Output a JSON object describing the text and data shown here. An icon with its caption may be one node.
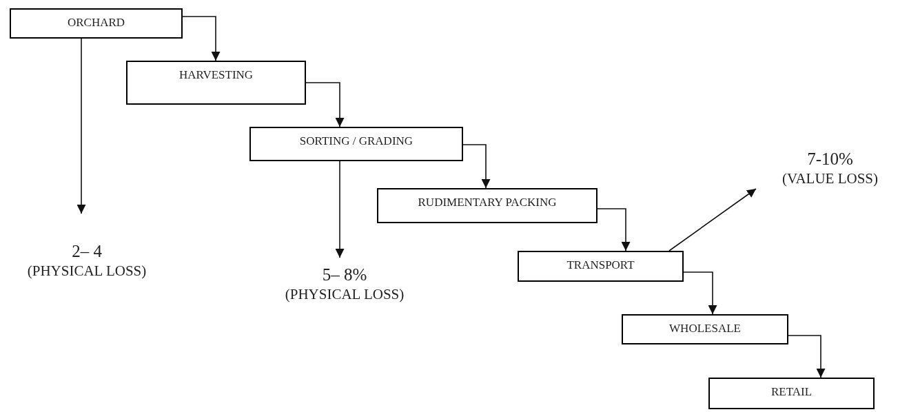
{
  "diagram": {
    "nodes": [
      {
        "text": [
          "ORCHARD"
        ]
      },
      {
        "text": [
          "HARVESTING"
        ]
      },
      {
        "text": [
          "SORTING / GRADING"
        ]
      },
      {
        "text": [
          "RUDIMENTARY PACKING"
        ]
      },
      {
        "text": [
          "TRANSPORT"
        ]
      },
      {
        "text": [
          "WHOLESALE"
        ]
      },
      {
        "text": [
          "RETAIL"
        ]
      },
      {
        "text": [
          "2– 4",
          "(PHYSICAL LOSS)"
        ]
      },
      {
        "text": [
          "5– 8%",
          "(PHYSICAL LOSS)"
        ]
      },
      {
        "text": [
          "7-10%",
          "(VALUE LOSS)"
        ]
      }
    ],
    "edges": [
      {
        "from": 0,
        "to": 1,
        "arrow": "to"
      },
      {
        "from": 0,
        "to": 7,
        "arrow": "to"
      },
      {
        "from": 1,
        "to": 2,
        "arrow": "to"
      },
      {
        "from": 2,
        "to": 8,
        "arrow": "to"
      },
      {
        "from": 2,
        "to": 3,
        "arrow": "to"
      },
      {
        "from": 3,
        "to": 4,
        "arrow": "to"
      },
      {
        "from": 4,
        "to": 9,
        "arrow": "to"
      },
      {
        "from": 4,
        "to": 5,
        "arrow": "to"
      },
      {
        "from": 5,
        "to": 6,
        "arrow": "to"
      }
    ]
  }
}
